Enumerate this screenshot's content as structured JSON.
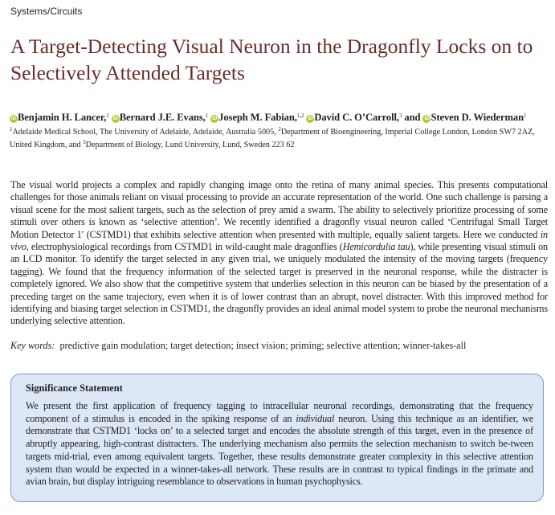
{
  "section_label": "Systems/Circuits",
  "title": "A Target-Detecting Visual Neuron in the Dragonfly Locks on to Selectively Attended Targets",
  "authors": [
    {
      "name": "Benjamin H. Lancer,",
      "sup": "1"
    },
    {
      "name": "Bernard J.E. Evans,",
      "sup": "1"
    },
    {
      "name": "Joseph M. Fabian,",
      "sup": "1,2"
    },
    {
      "name": "David C. O’Carroll,",
      "sup": "3"
    },
    {
      "name": "Steven D. Wiederman",
      "sup": "1"
    }
  ],
  "orcid_label": "iD",
  "author_connector": "and",
  "affiliations": {
    "a1_sup": "1",
    "a1": "Adelaide Medical School, The University of Adelaide, Adelaide, Australia 5005, ",
    "a2_sup": "2",
    "a2": "Department of Bioengineering, Imperial College London, London SW7 2AZ, United Kingdom, and ",
    "a3_sup": "3",
    "a3": "Department of Biology, Lund University, Lund, Sweden 223 62"
  },
  "abstract": {
    "p1": "The visual world projects a complex and rapidly changing image onto the retina of many animal species. This presents computational challenges for those animals reliant on visual processing to provide an accurate representation of the world. One such challenge is parsing a visual scene for the most salient targets, such as the selection of prey amid a swarm. The ability to selectively prioritize processing of some stimuli over others is known as ‘selective attention’. We recently identified a dragonfly visual neuron called ‘Centrifugal Small Target Motion Detector 1′ (CSTMD1) that exhibits selective attention when presented with multiple, equally salient targets. Here we conducted ",
    "p1_italic": "in vivo",
    "p2": ", electrophysiological recordings from CSTMD1 in wild-caught male dragonflies (",
    "p2_italic": "Hemicordulia tau",
    "p3": "), while presenting visual stimuli on an LCD monitor. To identify the target selected in any given trial, we uniquely modulated the intensity of the moving targets (frequency tagging). We found that the frequency information of the selected target is preserved in the neuronal response, while the distracter is completely ignored. We also show that the competitive system that underlies selection in this neuron can be biased by the presentation of a preceding target on the same trajectory, even when it is of lower contrast than an abrupt, novel distracter. With this improved method for identifying and biasing target selection in CSTMD1, the dragonfly provides an ideal animal model system to probe the neuronal mechanisms underlying selective attention."
  },
  "keywords": {
    "label": "Key words:",
    "text": "predictive gain modulation; target detection; insect vision; priming; selective attention; winner-takes-all"
  },
  "significance": {
    "heading": "Significance Statement",
    "t1": "We present the first application of frequency tagging to intracellular neuronal recordings, demonstrating that the frequency component of a stimulus is encoded in the spiking response of an ",
    "t1_italic": "individual",
    "t2": " neuron. Using this technique as an identifier, we demonstrate that CSTMD1 ‘locks on’ to a selected target and encodes the absolute strength of this target, even in the presence of abruptly appearing, high-contrast distracters. The underlying mechanism also permits the selection mechanism to switch be-tween targets mid-trial, even among equivalent targets. Together, these results demonstrate greater complexity in this selective attention system than would be expected in a winner-takes-all network. These results are in contrast to typical findings in the primate and avian brain, but display intriguing resemblance to observations in human psychophysics."
  },
  "colors": {
    "title": "#6b2c2a",
    "orcid": "#a6ce39",
    "box_fill": "#dce8f5",
    "box_border": "#7a9cc6"
  }
}
